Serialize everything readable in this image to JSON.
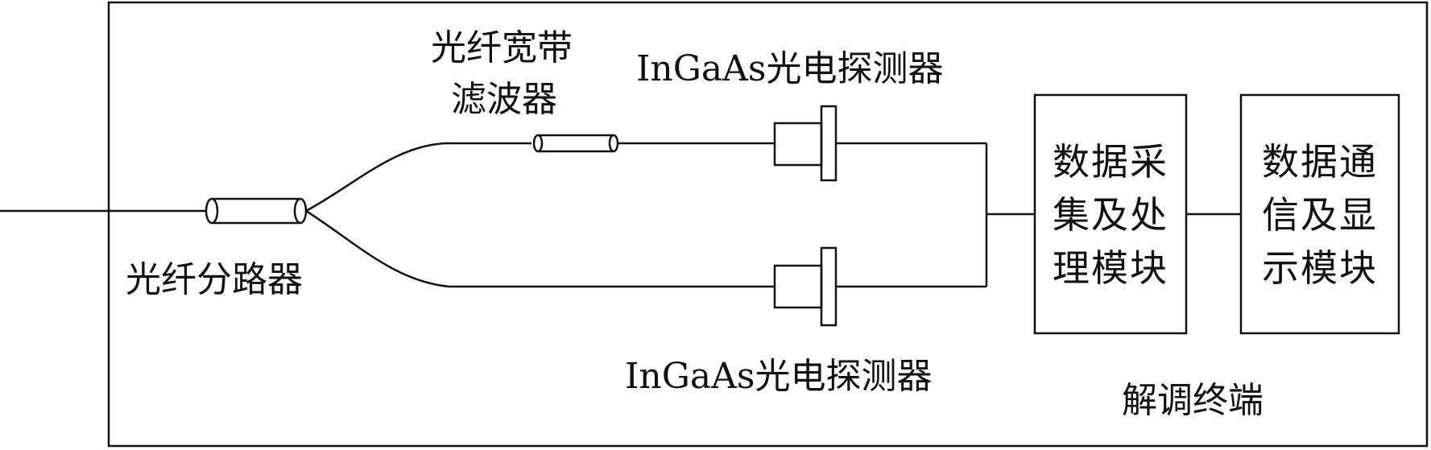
{
  "labels": {
    "splitter": "光纤分路器",
    "filter_line1": "光纤宽带",
    "filter_line2": "滤波器",
    "detector_top": "InGaAs光电探测器",
    "detector_bottom": "InGaAs光电探测器",
    "terminal": "解调终端"
  },
  "modules": {
    "acquisition": "数据采集及处理模块",
    "communication": "数据通信及显示模块"
  }
}
